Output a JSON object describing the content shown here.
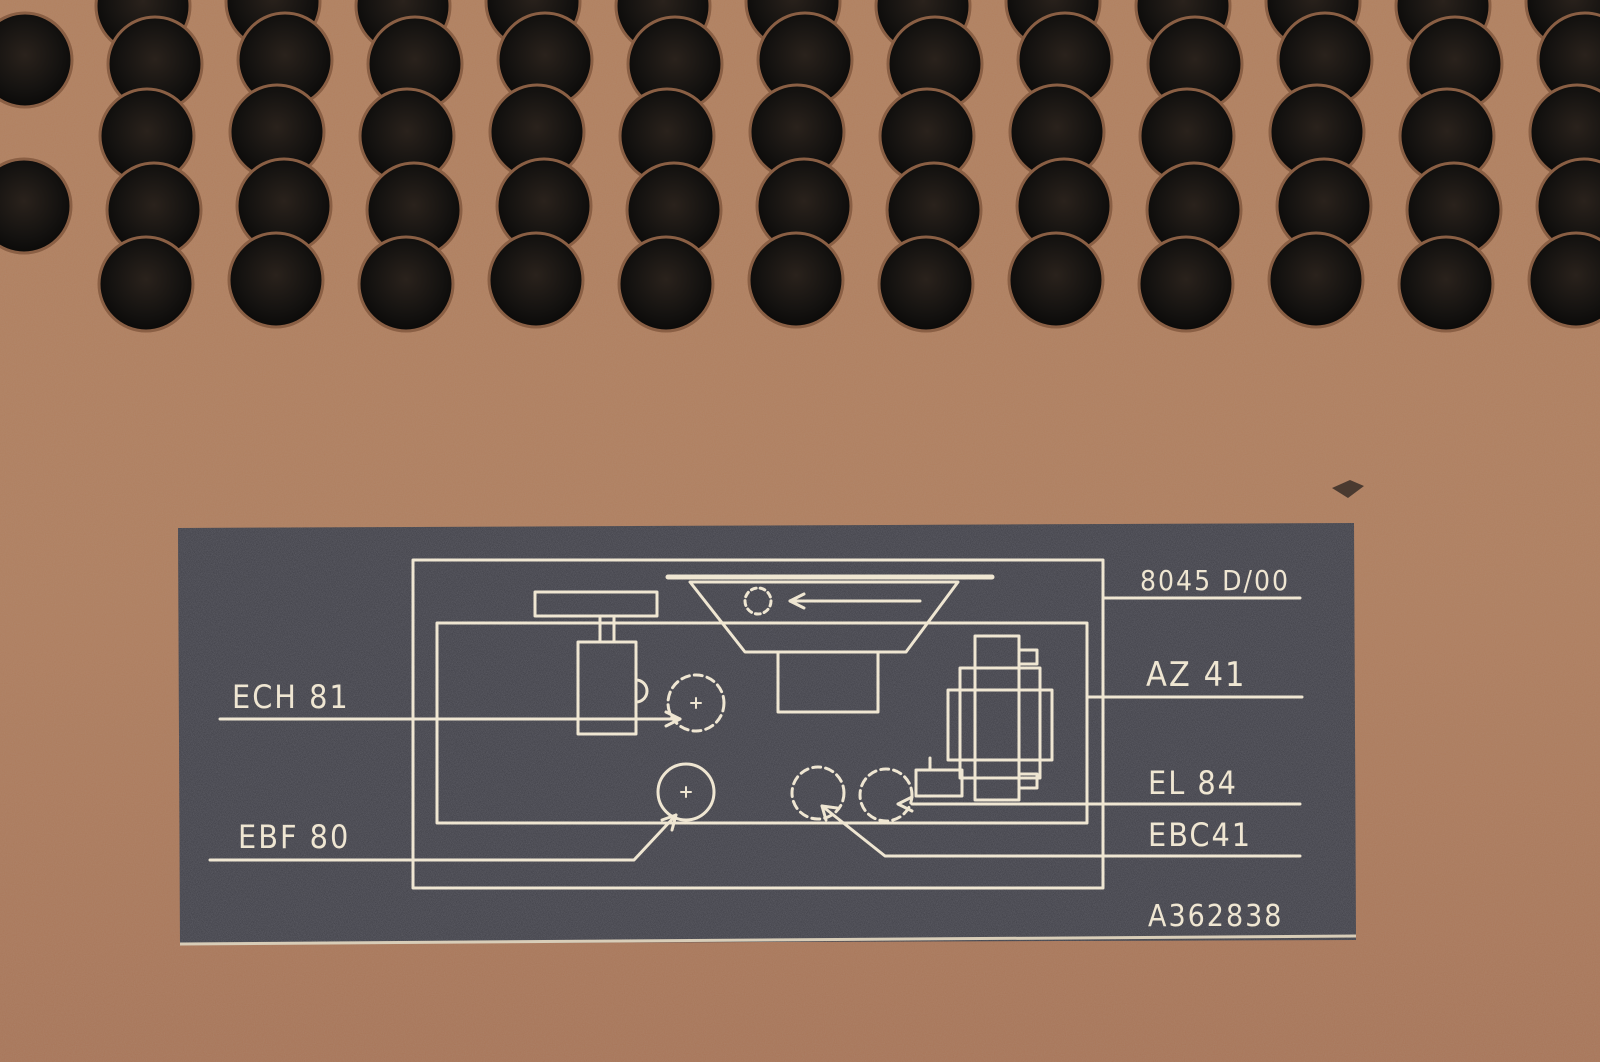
{
  "scene": {
    "description_colors": {
      "board": "#b07f5f",
      "hole": "#141210",
      "label_bg": "#3a3a42",
      "label_ink": "#efe6d2"
    }
  },
  "label": {
    "model": "8045 D/00",
    "serial": "A362838",
    "tubes": {
      "ech": "ECH 81",
      "ebf": "EBF 80",
      "az": "AZ 41",
      "el": "EL 84",
      "ebc": "EBC41"
    }
  }
}
